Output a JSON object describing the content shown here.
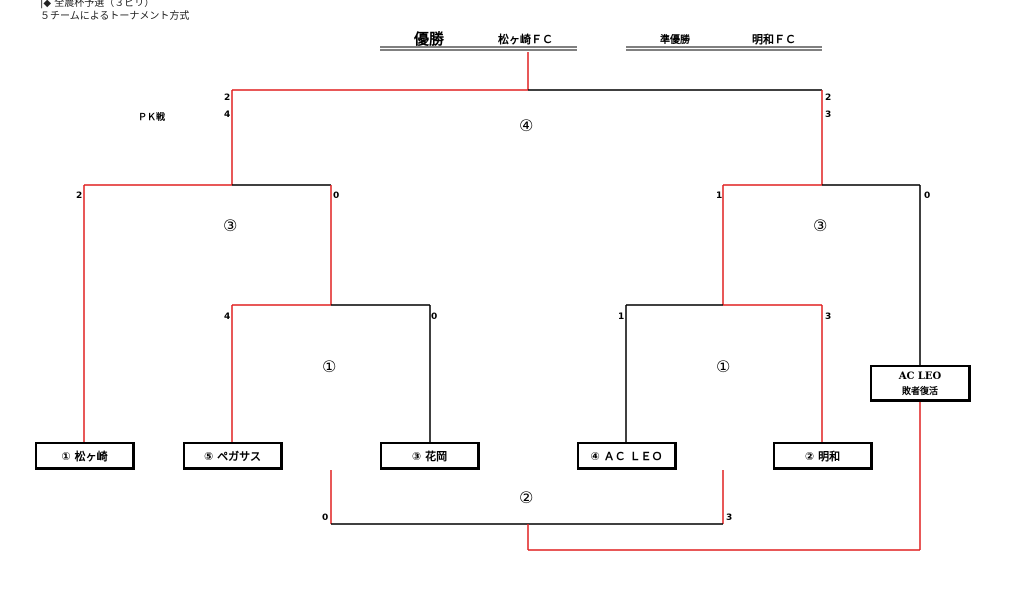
{
  "header": {
    "line1_mark": "|◆",
    "line1": "全農杯予選（３ピリ）",
    "line2": "５チームによるトーナメント方式"
  },
  "results": {
    "winner_label": "優勝",
    "winner_team": "松ヶ崎ＦＣ",
    "runnerup_label": "準優勝",
    "runnerup_team": "明和ＦＣ"
  },
  "teams": {
    "t1": "① 松ヶ崎",
    "t5": "⑤ ペガサス",
    "t3": "③ 花岡",
    "t4": "④ ＡＣ ＬＥＯ",
    "t2": "② 明和"
  },
  "repechage": {
    "line1": "AC LEO",
    "line2": "敗者復活"
  },
  "rounds": {
    "r1_left": "①",
    "r1_right": "①",
    "r2": "②",
    "r3_left": "③",
    "r3_right": "③",
    "r4": "④"
  },
  "pk_label": "ＰＫ戦",
  "scores": {
    "final_left": "2",
    "final_left_pk": "4",
    "final_right": "2",
    "final_right_pk": "3",
    "r3l_left": "2",
    "r3l_right": "0",
    "r3r_left": "1",
    "r3r_right": "0",
    "r1l_left": "4",
    "r1l_right": "0",
    "r1r_left": "1",
    "r1r_right": "3",
    "r2_left": "0",
    "r2_right": "3"
  },
  "colors": {
    "winner_line": "#e02020",
    "loser_line": "#000000"
  }
}
